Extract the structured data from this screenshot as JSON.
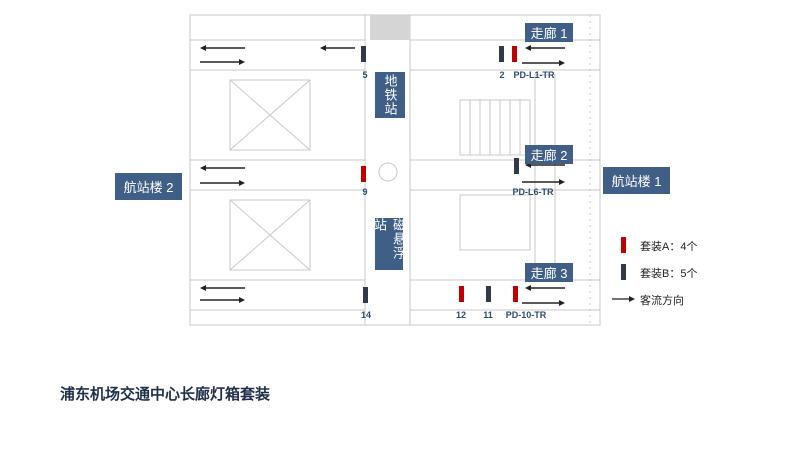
{
  "labels": {
    "metro": "地铁站",
    "maglev": "磁悬浮站",
    "corridor1": "走廊 1",
    "corridor2": "走廊 2",
    "corridor3": "走廊 3",
    "terminal2": "航站楼 2",
    "terminal1": "航站楼 1"
  },
  "markers": {
    "n5": "5",
    "n2": "2",
    "pdl1": "PD-L1-TR",
    "n9": "9",
    "pdl6": "PD-L6-TR",
    "n14": "14",
    "n12": "12",
    "n11": "11",
    "pd10": "PD-10-TR"
  },
  "legend": {
    "a": "套装A：4个",
    "b": "套装B：5个",
    "flow": "客流方向"
  },
  "colors": {
    "setA": "#c00000",
    "setB": "#323a4a",
    "label_bg": "#3f5f86"
  },
  "title": "浦东机场交通中心长廊灯箱套装"
}
